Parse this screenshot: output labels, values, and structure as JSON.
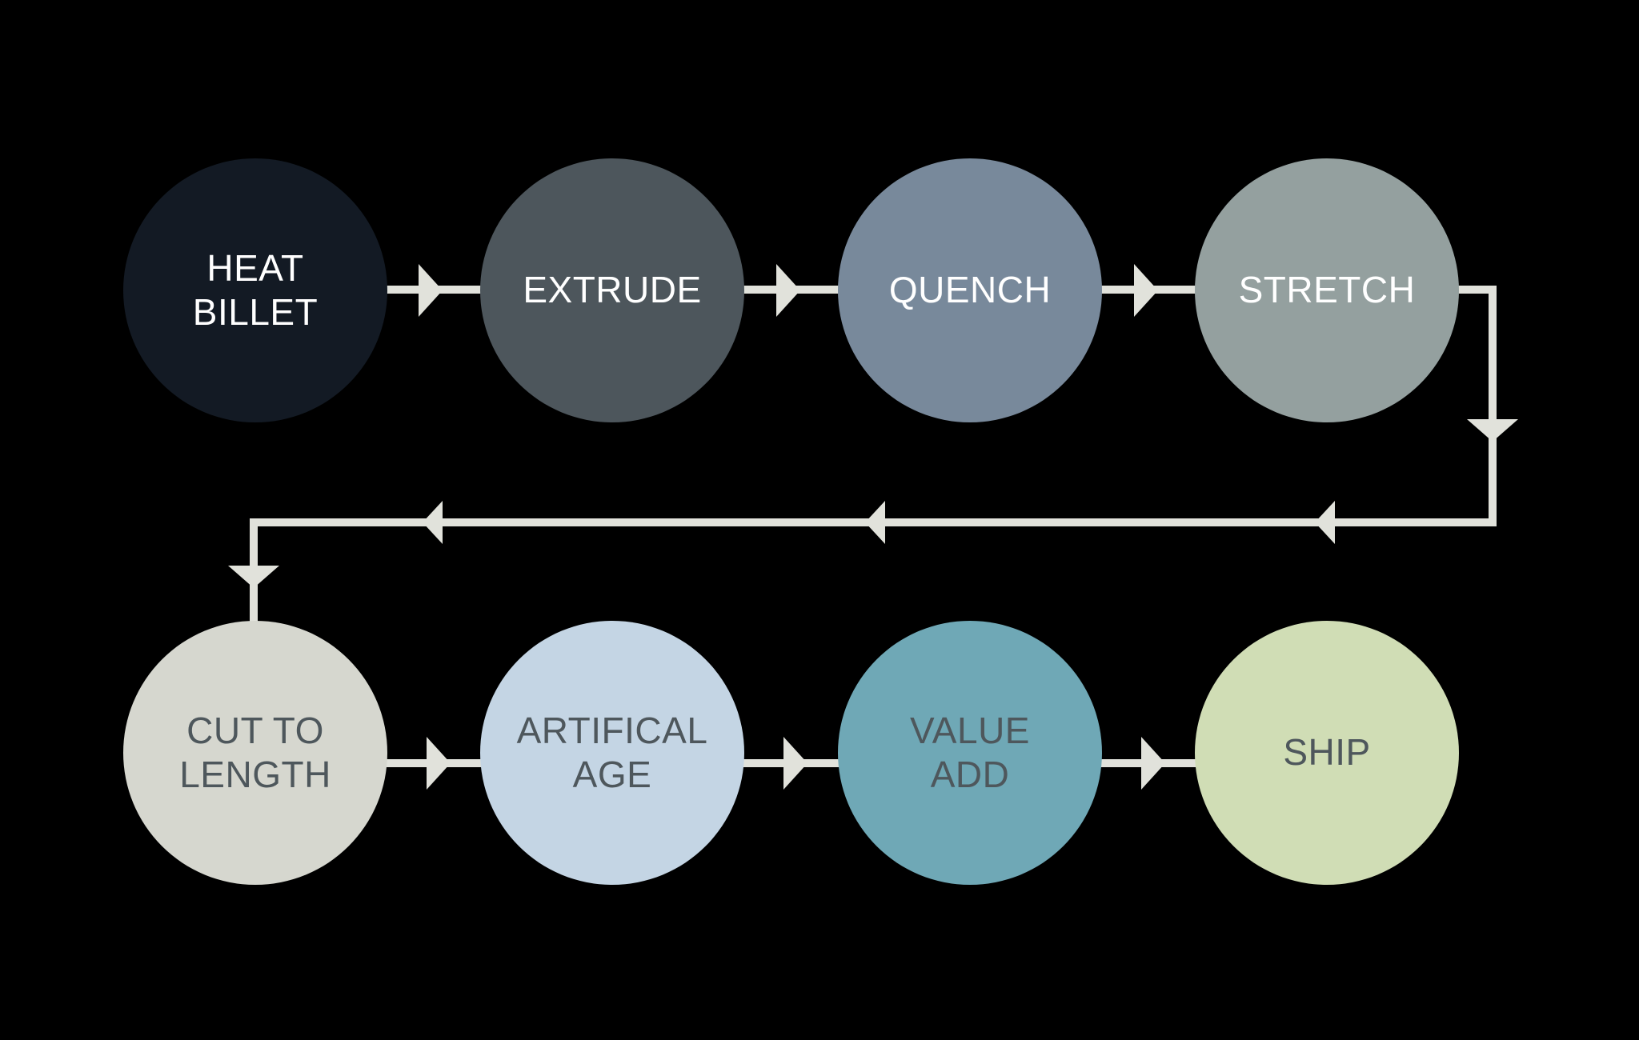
{
  "diagram": {
    "background": "#000000",
    "connector_color": "#e1e2db",
    "nodes": [
      {
        "id": "heat-billet",
        "label": "HEAT\nBILLET",
        "fill": "#131a24",
        "text_color": "#ffffff"
      },
      {
        "id": "extrude",
        "label": "EXTRUDE",
        "fill": "#4d565c",
        "text_color": "#ffffff"
      },
      {
        "id": "quench",
        "label": "QUENCH",
        "fill": "#78899b",
        "text_color": "#ffffff"
      },
      {
        "id": "stretch",
        "label": "STRETCH",
        "fill": "#94a09f",
        "text_color": "#ffffff"
      },
      {
        "id": "cut-to-length",
        "label": "CUT TO\nLENGTH",
        "fill": "#d6d7cf",
        "text_color": "#4e575c"
      },
      {
        "id": "artifical-age",
        "label": "ARTIFICAL\nAGE",
        "fill": "#c4d5e4",
        "text_color": "#4e575c"
      },
      {
        "id": "value-add",
        "label": "VALUE\nADD",
        "fill": "#6fa8b6",
        "text_color": "#4e575c"
      },
      {
        "id": "ship",
        "label": "SHIP",
        "fill": "#d0ddb5",
        "text_color": "#4e575c"
      }
    ],
    "edges": [
      {
        "from": "heat-billet",
        "to": "extrude"
      },
      {
        "from": "extrude",
        "to": "quench"
      },
      {
        "from": "quench",
        "to": "stretch"
      },
      {
        "from": "stretch",
        "to": "cut-to-length"
      },
      {
        "from": "cut-to-length",
        "to": "artifical-age"
      },
      {
        "from": "artifical-age",
        "to": "value-add"
      },
      {
        "from": "value-add",
        "to": "ship"
      }
    ]
  }
}
